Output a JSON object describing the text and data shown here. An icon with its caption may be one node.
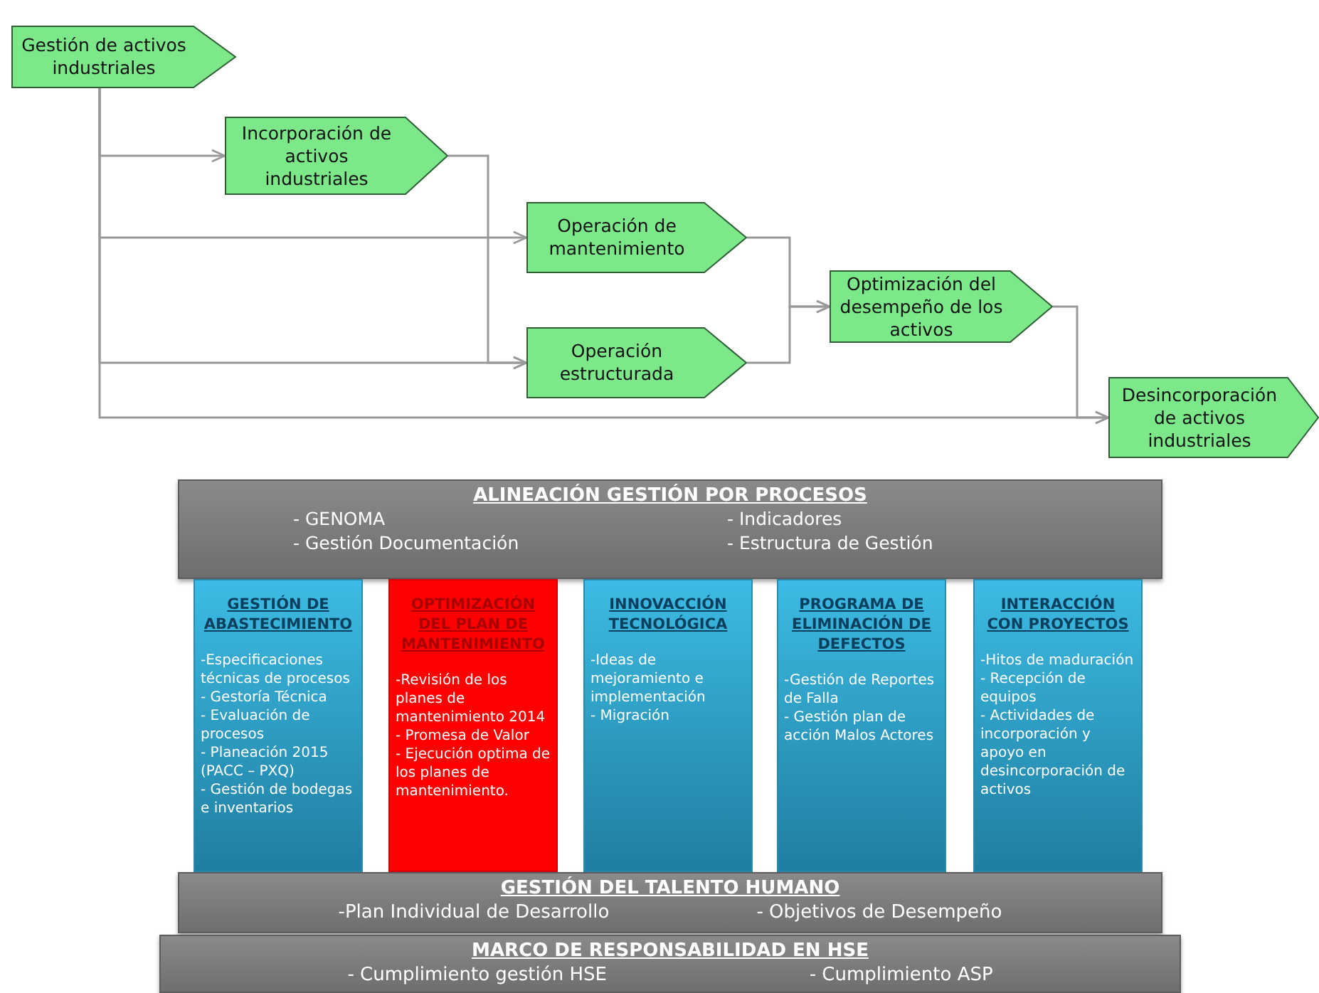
{
  "diagram": {
    "nodes": [
      {
        "text": [
          "Gestión de activos industriales"
        ]
      },
      {
        "text": [
          "Incorporación de activos industriales"
        ]
      },
      {
        "text": [
          "Operación de mantenimiento"
        ]
      },
      {
        "text": [
          "Operación estructurada"
        ]
      },
      {
        "text": [
          "Optimización del desempeño de los activos"
        ]
      },
      {
        "text": [
          "Desincorporación de activos industriales"
        ]
      },
      {
        "text": [
          "ALINEACIÓN GESTIÓN POR PROCESOS",
          "- GENOMA",
          "- Gestión Documentación",
          "- Indicadores",
          "- Estructura de Gestión"
        ]
      },
      {
        "text": [
          "GESTIÓN DE ABASTECIMIENTO",
          "-Especificaciones técnicas de procesos",
          "- Gestoría Técnica",
          "- Evaluación de procesos",
          "- Planeación 2015 (PACC – PXQ)",
          "- Gestión de bodegas e inventarios"
        ]
      },
      {
        "text": [
          "OPTIMIZACIÓN DEL PLAN DE MANTENIMIENTO",
          "-Revisión de los planes de mantenimiento 2014",
          "- Promesa de Valor",
          "- Ejecución optima de los planes de mantenimiento."
        ]
      },
      {
        "text": [
          "INNOVACCIÓN TECNOLÓGICA",
          "-Ideas de mejoramiento e implementación",
          "- Migración"
        ]
      },
      {
        "text": [
          "PROGRAMA DE ELIMINACIÓN DE DEFECTOS",
          "-Gestión de Reportes de Falla",
          "- Gestión plan de acción Malos Actores"
        ]
      },
      {
        "text": [
          "INTERACCIÓN CON PROYECTOS",
          "-Hitos de maduración",
          "- Recepción de equipos",
          "- Actividades de incorporación y apoyo en desincorporación de activos"
        ]
      },
      {
        "text": [
          "GESTIÓN DEL TALENTO HUMANO",
          "-Plan Individual de Desarrollo",
          "- Objetivos de Desempeño"
        ]
      },
      {
        "text": [
          "MARCO DE RESPONSABILIDAD EN HSE",
          "- Cumplimiento gestión HSE",
          "- Cumplimiento ASP"
        ]
      }
    ],
    "edges": [
      {
        "from": 0,
        "to": 1,
        "arrow": "to"
      },
      {
        "from": 0,
        "to": 2,
        "arrow": "to"
      },
      {
        "from": 0,
        "to": 3,
        "arrow": "to"
      },
      {
        "from": 0,
        "to": 5,
        "arrow": "to"
      },
      {
        "from": 1,
        "to": 3,
        "arrow": "to"
      },
      {
        "from": 2,
        "to": 4,
        "arrow": "to"
      },
      {
        "from": 3,
        "to": 4,
        "arrow": "to"
      },
      {
        "from": 4,
        "to": 5,
        "arrow": "to"
      }
    ]
  }
}
